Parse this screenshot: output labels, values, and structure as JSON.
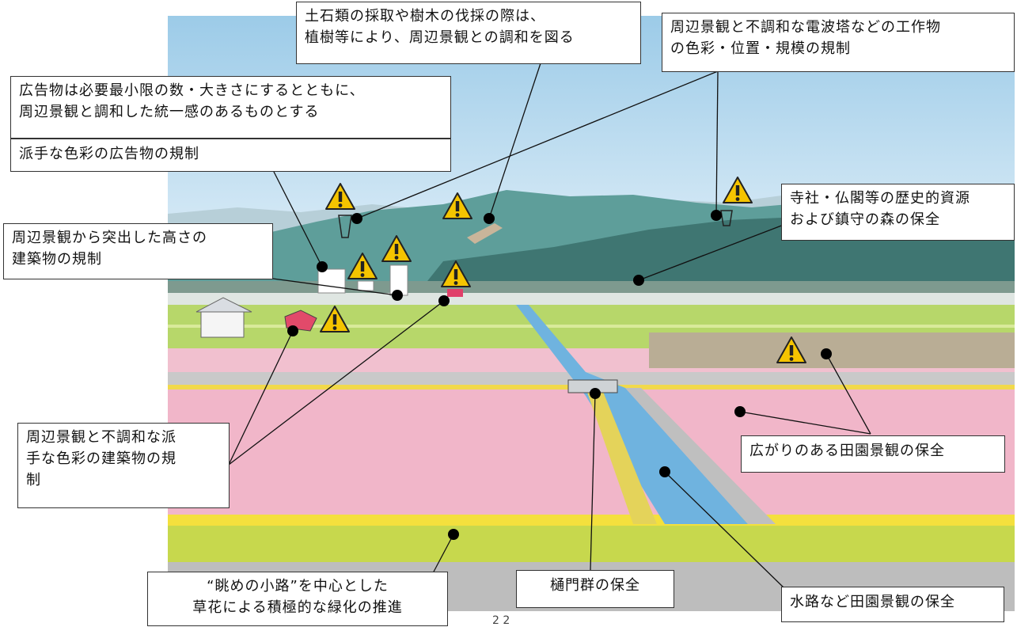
{
  "callouts": {
    "soil_tree": "土石類の採取や樹木の伐採の際は、\n植樹等により、周辺景観との調和を図る",
    "tower": "周辺景観と不調和な電波塔などの工作物\nの色彩・位置・規模の規制",
    "ads_min": "広告物は必要最小限の数・大きさにするとともに、\n周辺景観と調和した統一感のあるものとする",
    "ads_color": "派手な色彩の広告物の規制",
    "height": "周辺景観から突出した高さの\n建築物の規制",
    "shrine": "寺社・仏閣等の歴史的資源\nおよび鎮守の森の保全",
    "bldg_color": "周辺景観と不調和な派\n手な色彩の建築物の規\n制",
    "rural": "広がりのある田園景観の保全",
    "path": "“眺めの小路”を中心とした\n草花による積極的な緑化の推進",
    "sluice": "樋門群の保全",
    "waterway": "水路など田園景観の保全"
  },
  "page_number": "2 2",
  "colors": {
    "sky": "#cfe6f4",
    "mountain": "#6aa9a4",
    "field_green": "#b7d76a",
    "flower_pink": "#f1b6c9",
    "water": "#6fb3df",
    "warning": "#f5c400"
  },
  "icons": [
    "warning-icon",
    "dot-marker"
  ]
}
